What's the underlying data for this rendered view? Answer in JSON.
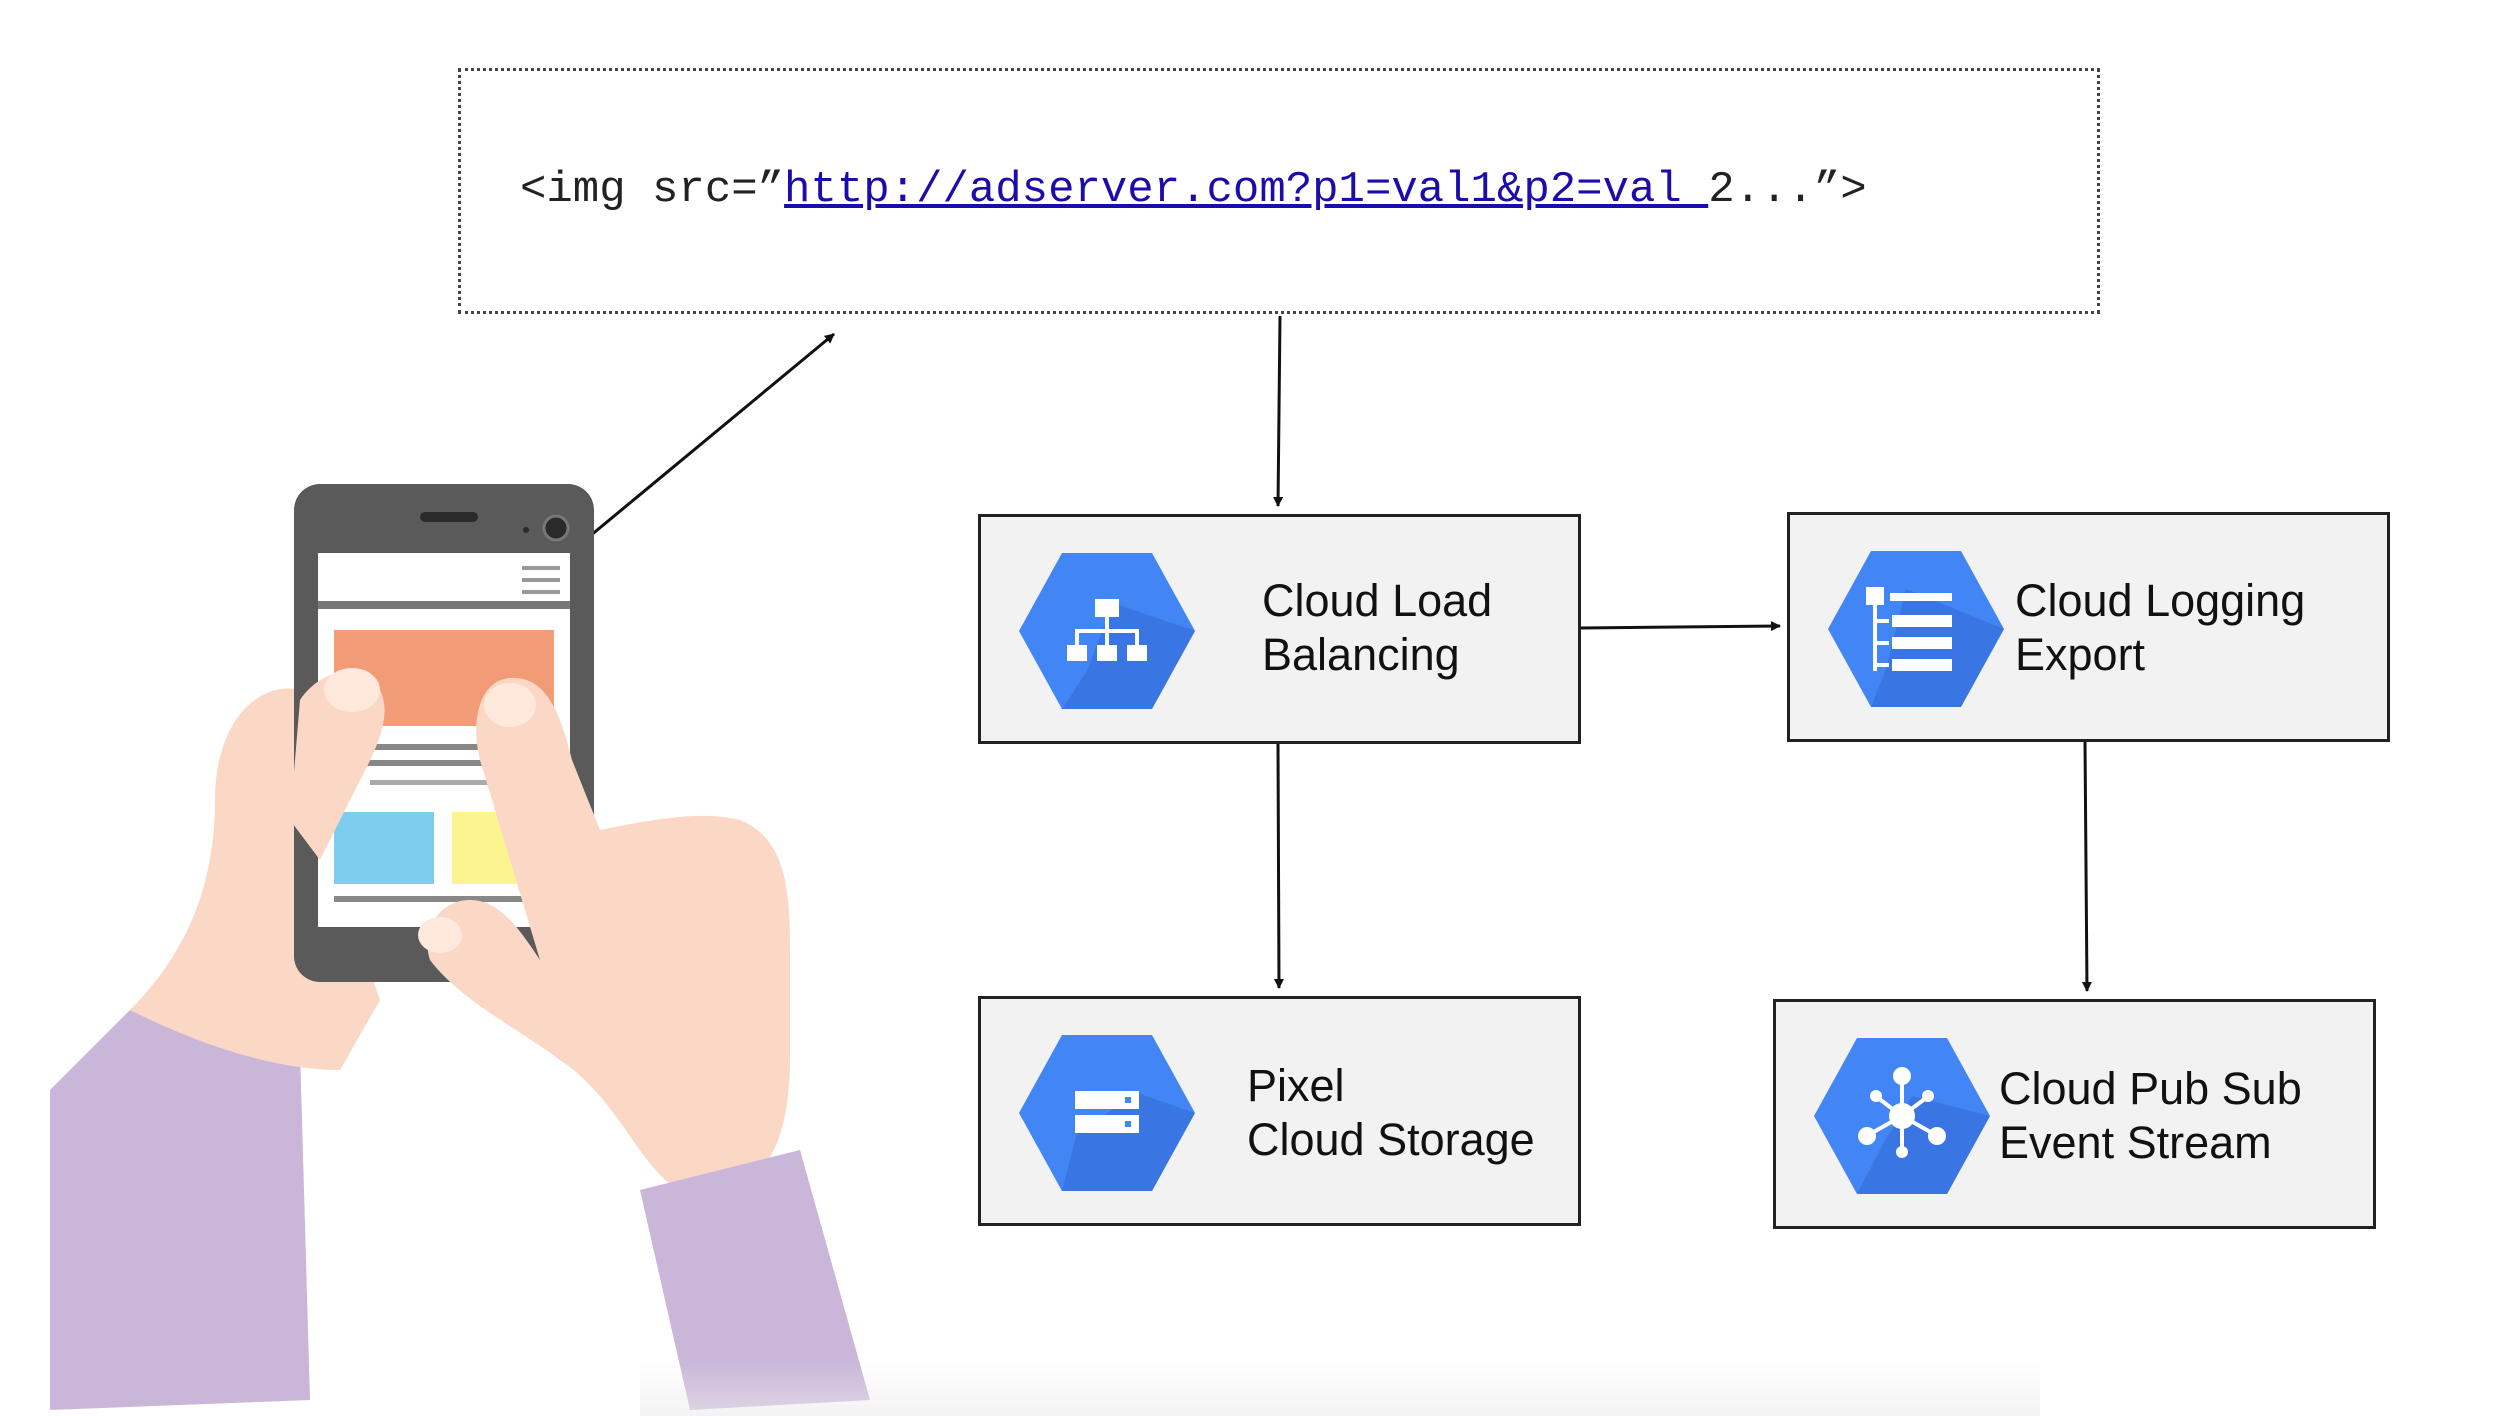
{
  "snippet": {
    "prefix": "<img src=”",
    "link": "http://adserver.com?p1=val1&p2=val ",
    "suffix": "2...”>"
  },
  "nodes": {
    "load_balancing": {
      "line1": "Cloud Load",
      "line2": "Balancing",
      "icon": "load-balancing-icon"
    },
    "logging_export": {
      "line1": "Cloud Logging",
      "line2": "Export",
      "icon": "logging-icon"
    },
    "pixel_storage": {
      "line1": "Pixel",
      "line2": "Cloud Storage",
      "icon": "storage-icon"
    },
    "pubsub": {
      "line1": "Cloud Pub Sub",
      "line2": "Event Stream",
      "icon": "pubsub-icon"
    }
  },
  "colors": {
    "hex_primary": "#4285f4",
    "hex_shadow": "#3367d6",
    "node_fill": "#f2f2f2",
    "skin": "#fbd8c5",
    "sleeve": "#c9b6d9",
    "ad_banner": "#f29b77"
  },
  "illustration": "phone-in-hands-illustration"
}
